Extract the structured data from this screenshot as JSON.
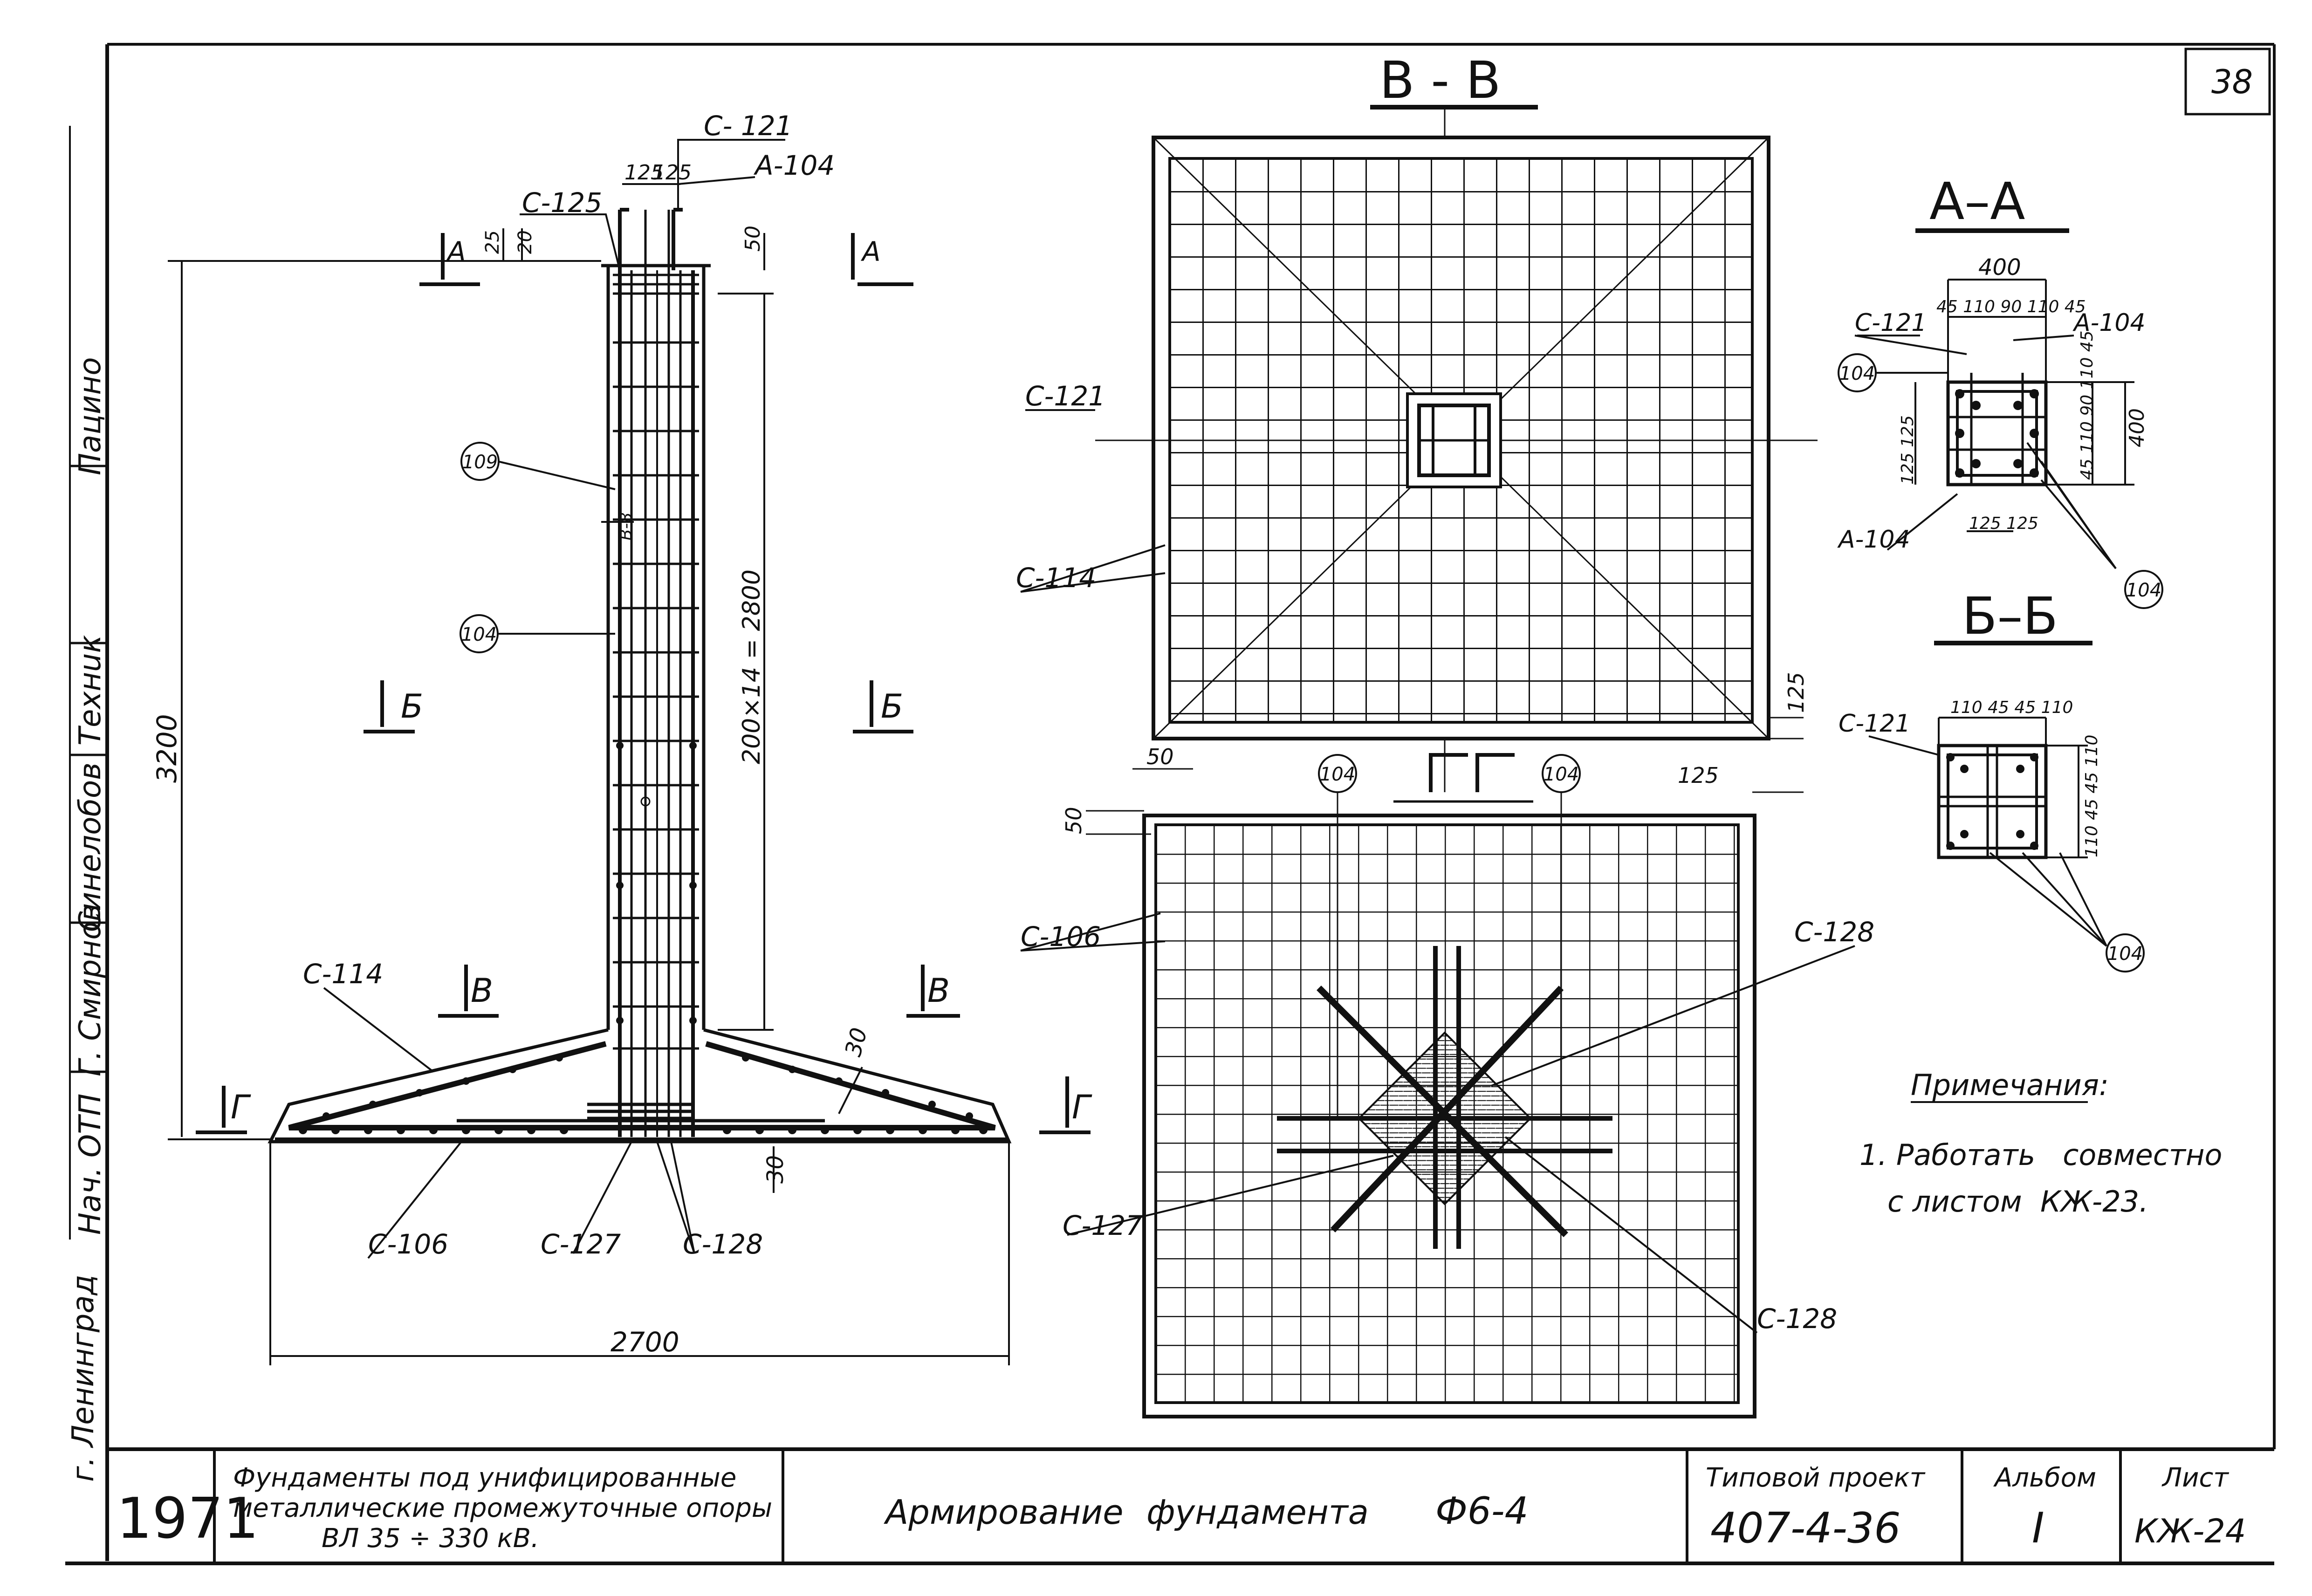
{
  "page": {
    "sheet_number_corner": "38"
  },
  "sections": {
    "vv": "В - В",
    "aa": "А–А",
    "bb": "Б–Б",
    "g_symbol": "Г-Г"
  },
  "cut_marks": {
    "a": "А",
    "b": "Б",
    "v": "В",
    "g": "Г"
  },
  "elevation": {
    "labels": {
      "c121": "С- 121",
      "a104": "А-104",
      "c125": "С-125",
      "c114": "С-114",
      "c106": "С-106",
      "c127": "С-127",
      "c128": "С-128"
    },
    "dims": {
      "d125a": "125",
      "d125b": "125",
      "d25": "25",
      "d20": "20",
      "d50": "50",
      "d3200": "3200",
      "d2800": "200×14 = 2800",
      "d30a": "30",
      "d30b": "30",
      "d2700": "2700",
      "b8": "В-8"
    },
    "marks": {
      "m109": "109",
      "m104": "104"
    }
  },
  "plan": {
    "labels": {
      "c121": "С-121",
      "c114": "С-114",
      "c106": "С-106",
      "c128a": "С-128",
      "c127": "С-127",
      "c128b": "С-128"
    },
    "dims": {
      "d50a": "50",
      "d50b": "50",
      "d125a": "125",
      "d125b": "125"
    },
    "marks": {
      "m104a": "104",
      "m104b": "104"
    }
  },
  "section_aa": {
    "labels": {
      "c121": "С-121",
      "a104a": "А-104",
      "a104b": "А-104"
    },
    "dims": {
      "w400": "400",
      "top": "45 110 90 110 45",
      "right": "45 110 90 110 45",
      "h400": "400",
      "left": "125 125",
      "bottom": "125 125"
    },
    "marks": {
      "m104a": "104",
      "m104b": "104"
    }
  },
  "section_bb": {
    "labels": {
      "c121": "С-121"
    },
    "dims": {
      "top": "110 45 45 110",
      "right": "110 45 45 110"
    },
    "marks": {
      "m104": "104"
    }
  },
  "notes": {
    "title": "Примечания:",
    "line1": "1. Работать   совместно",
    "line2": "с листом  КЖ-23."
  },
  "side_stamp": {
    "city": "г. Ленинград",
    "sig1": "Синелобов",
    "sig2": "Технuк",
    "sig3": "Пацино",
    "row1": "Нач. ОТП",
    "row2": "Г. Смирнов"
  },
  "title_block": {
    "year": "1971",
    "desc_line1": "Фундаменты под унифицированные",
    "desc_line2": "металлические промежуточные опоры",
    "desc_line3": "ВЛ 35 ÷ 330 кВ.",
    "drawing_title_1": "Армирование",
    "drawing_title_2": "фундамента",
    "drawing_title_3": "Ф6-4",
    "project_label": "Типовой проект",
    "project_value": "407-4-36",
    "album_label": "Альбом",
    "album_value": "I",
    "sheet_label": "Лист",
    "sheet_value": "КЖ-24"
  }
}
